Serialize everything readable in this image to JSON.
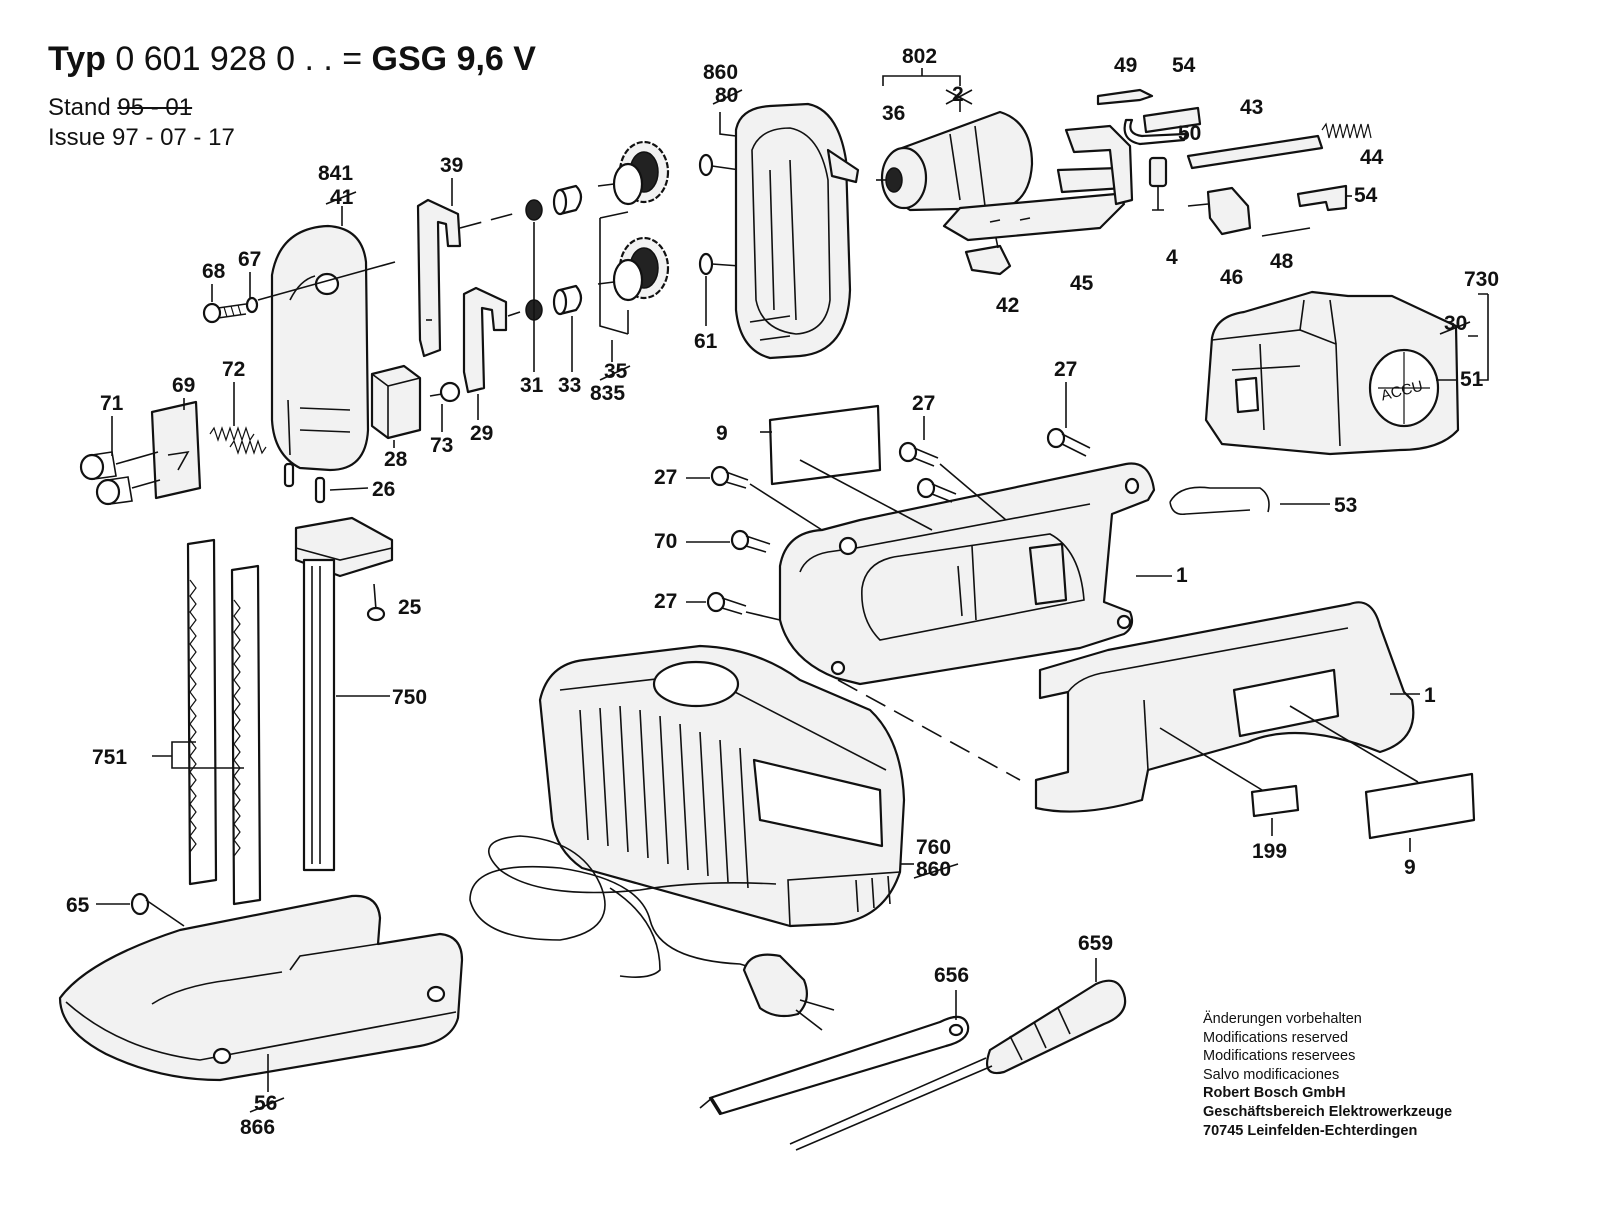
{
  "header": {
    "typ_label": "Typ",
    "typ_number": "0 601 928 0 . . =",
    "model": "GSG 9,6 V",
    "stand_label": "Stand",
    "stand_value": "95 - 01",
    "issue_label": "Issue",
    "issue_value": "97 - 07 - 17"
  },
  "parts": {
    "p1a": "1",
    "p1b": "1",
    "p4": "4",
    "p9a": "9",
    "p9b": "9",
    "p25": "25",
    "p26": "26",
    "p27a": "27",
    "p27b": "27",
    "p27c": "27",
    "p27d": "27",
    "p28": "28",
    "p29": "29",
    "p31": "31",
    "p33": "33",
    "p36": "36",
    "p39": "39",
    "p42": "42",
    "p43": "43",
    "p44": "44",
    "p45": "45",
    "p46": "46",
    "p48": "48",
    "p49": "49",
    "p50": "50",
    "p51": "51",
    "p53": "53",
    "p54a": "54",
    "p54b": "54",
    "p61": "61",
    "p65": "65",
    "p67": "67",
    "p68": "68",
    "p69": "69",
    "p70": "70",
    "p71": "71",
    "p72": "72",
    "p73": "73",
    "p199": "199",
    "p656": "656",
    "p659": "659",
    "p730": "730",
    "p750": "750",
    "p751": "751",
    "p760": "760",
    "p802": "802",
    "p835": "835",
    "p841": "841",
    "p860": "860",
    "p866": "866"
  },
  "superseded": {
    "s2": "2",
    "s30": "30",
    "s35": "35",
    "s41": "41",
    "s56": "56",
    "s80": "80",
    "s860": "860"
  },
  "battery_badge": "ACCU",
  "notes": {
    "line1": "Änderungen vorbehalten",
    "line2": "Modifications reserved",
    "line3": "Modifications reservees",
    "line4": "Salvo modificaciones",
    "company": "Robert Bosch GmbH",
    "division": "Geschäftsbereich Elektrowerkzeuge",
    "address": "70745 Leinfelden-Echterdingen"
  }
}
